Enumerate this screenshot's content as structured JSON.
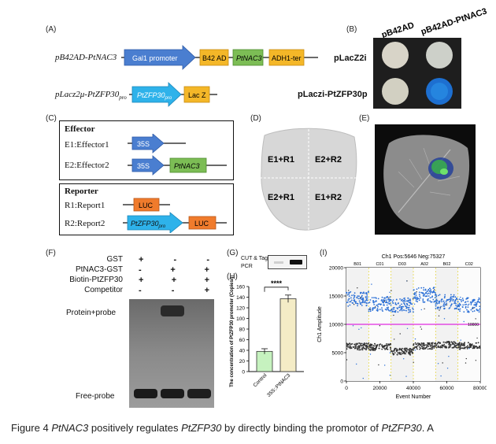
{
  "panels": {
    "A": {
      "label": "(A)",
      "constructs": [
        {
          "name": "pB42AD-PtNAC3",
          "parts": [
            "Gal1 promoter",
            "B42 AD",
            "PtNAC3",
            "ADH1-ter"
          ]
        },
        {
          "name": "pLacz2μ-PtZFP30",
          "name_sub": "pro",
          "parts": [
            "PtZFP30",
            "Lac Z"
          ],
          "part_sub": "pro"
        }
      ]
    },
    "B": {
      "label": "(B)",
      "columns": [
        "pB42AD",
        "pB42AD-PtNAC3"
      ],
      "rows": [
        "pLacZ2i",
        "pLaczi-PtZFP30p"
      ]
    },
    "C": {
      "label": "(C)",
      "effector": {
        "title": "Effector",
        "items": [
          {
            "label": "E1:Effector1",
            "parts": [
              "35S"
            ]
          },
          {
            "label": "E2:Effector2",
            "parts": [
              "35S",
              "PtNAC3"
            ]
          }
        ]
      },
      "reporter": {
        "title": "Reporter",
        "items": [
          {
            "label": "R1:Report1",
            "parts": [
              "LUC"
            ]
          },
          {
            "label": "R2:Report2",
            "parts": [
              "PtZFP30",
              "LUC"
            ],
            "sub": "pro"
          }
        ]
      }
    },
    "D": {
      "label": "(D)",
      "quadrants": [
        "E1+R1",
        "E2+R2",
        "E2+R1",
        "E1+R2"
      ]
    },
    "E": {
      "label": "(E)"
    },
    "F": {
      "label": "(F)",
      "rows": [
        {
          "name": "GST",
          "marks": [
            "+",
            "-",
            "-"
          ]
        },
        {
          "name": "PtNAC3-GST",
          "marks": [
            "-",
            "+",
            "+"
          ]
        },
        {
          "name": "Biotin-PtZFP30",
          "marks": [
            "+",
            "+",
            "+"
          ]
        },
        {
          "name": "Competitor",
          "marks": [
            "-",
            "-",
            "+"
          ]
        }
      ],
      "band_top": "Protein+probe",
      "band_bottom": "Free-probe"
    },
    "G": {
      "label": "(G)",
      "lines": [
        "CUT & Tag",
        "PCR"
      ]
    },
    "H": {
      "label": "(H)",
      "significance": "****"
    },
    "I": {
      "label": "(I)"
    }
  },
  "chart_data": [
    {
      "type": "bar",
      "panel": "H",
      "categories": [
        "Control",
        "35S::PtNAC3"
      ],
      "values": [
        38,
        137
      ],
      "errors": [
        5,
        7
      ],
      "ylabel": "The concentration of PtZFP30 promoter (Copies/μL)",
      "ylim": [
        0,
        160
      ],
      "yticks": [
        0,
        20,
        40,
        60,
        80,
        100,
        120,
        140,
        160
      ],
      "colors": [
        "#c6f2bf",
        "#f4ecc6"
      ]
    },
    {
      "type": "scatter",
      "panel": "I",
      "title": "Ch1 Pos:5646 Neg:75327",
      "xlabel": "Event Number",
      "ylabel": "Ch1 Amplitude",
      "xlim": [
        0,
        80000
      ],
      "ylim": [
        0,
        20000
      ],
      "xticks": [
        0,
        20000,
        40000,
        60000,
        80000
      ],
      "yticks": [
        0,
        5000,
        10000,
        15000,
        20000
      ],
      "wells": [
        "B01",
        "C01",
        "D03",
        "A02",
        "B02",
        "C02"
      ],
      "threshold": 10000,
      "threshold_label": "10000",
      "series": [
        {
          "color": "#2a6fd6",
          "mean_by_well": [
            14500,
            13600,
            13400,
            15200,
            14000,
            13400
          ]
        },
        {
          "color": "#333333",
          "mean_by_well": [
            6100,
            6000,
            5200,
            6200,
            6400,
            6200
          ]
        }
      ]
    }
  ],
  "caption": {
    "prefix": "Figure 4",
    "gene1": "PtNAC3",
    "text1": " positively regulates ",
    "gene2": "PtZFP30",
    "text2": " by directly binding the promotor of ",
    "gene3": "PtZFP30",
    "text3": ". A"
  }
}
